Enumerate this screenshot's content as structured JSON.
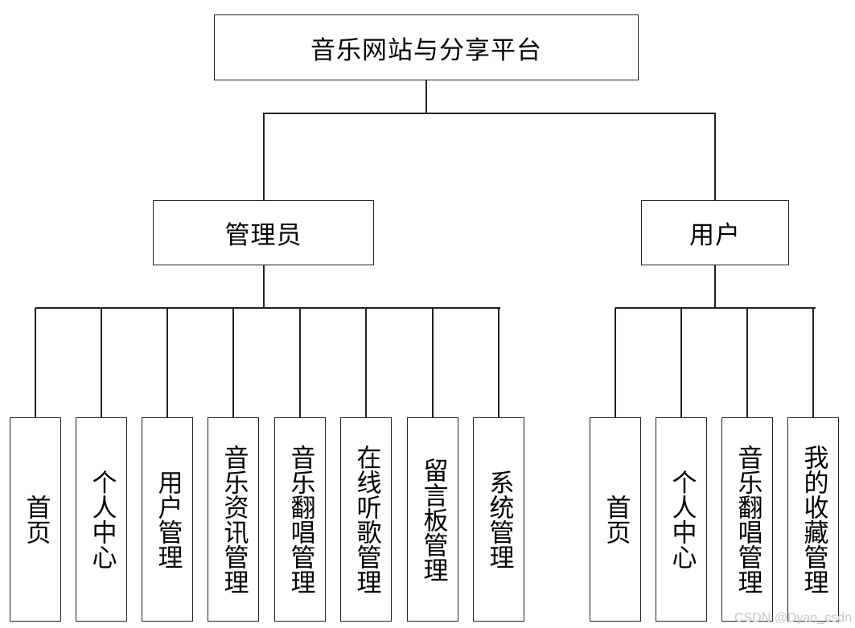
{
  "root": {
    "label": "音乐网站与分享平台"
  },
  "roles": [
    {
      "label": "管理员",
      "modules": [
        "首页",
        "个人中心",
        "用户管理",
        "音乐资讯管理",
        "音乐翻唱管理",
        "在线听歌管理",
        "留言板管理",
        "系统管理"
      ]
    },
    {
      "label": "用户",
      "modules": [
        "首页",
        "个人中心",
        "音乐翻唱管理",
        "我的收藏管理"
      ]
    }
  ],
  "watermark": "CSDN @Dyan_csdn",
  "colors": {
    "line": "#222222",
    "background": "#ffffff",
    "watermark": "#c8c8c8"
  }
}
